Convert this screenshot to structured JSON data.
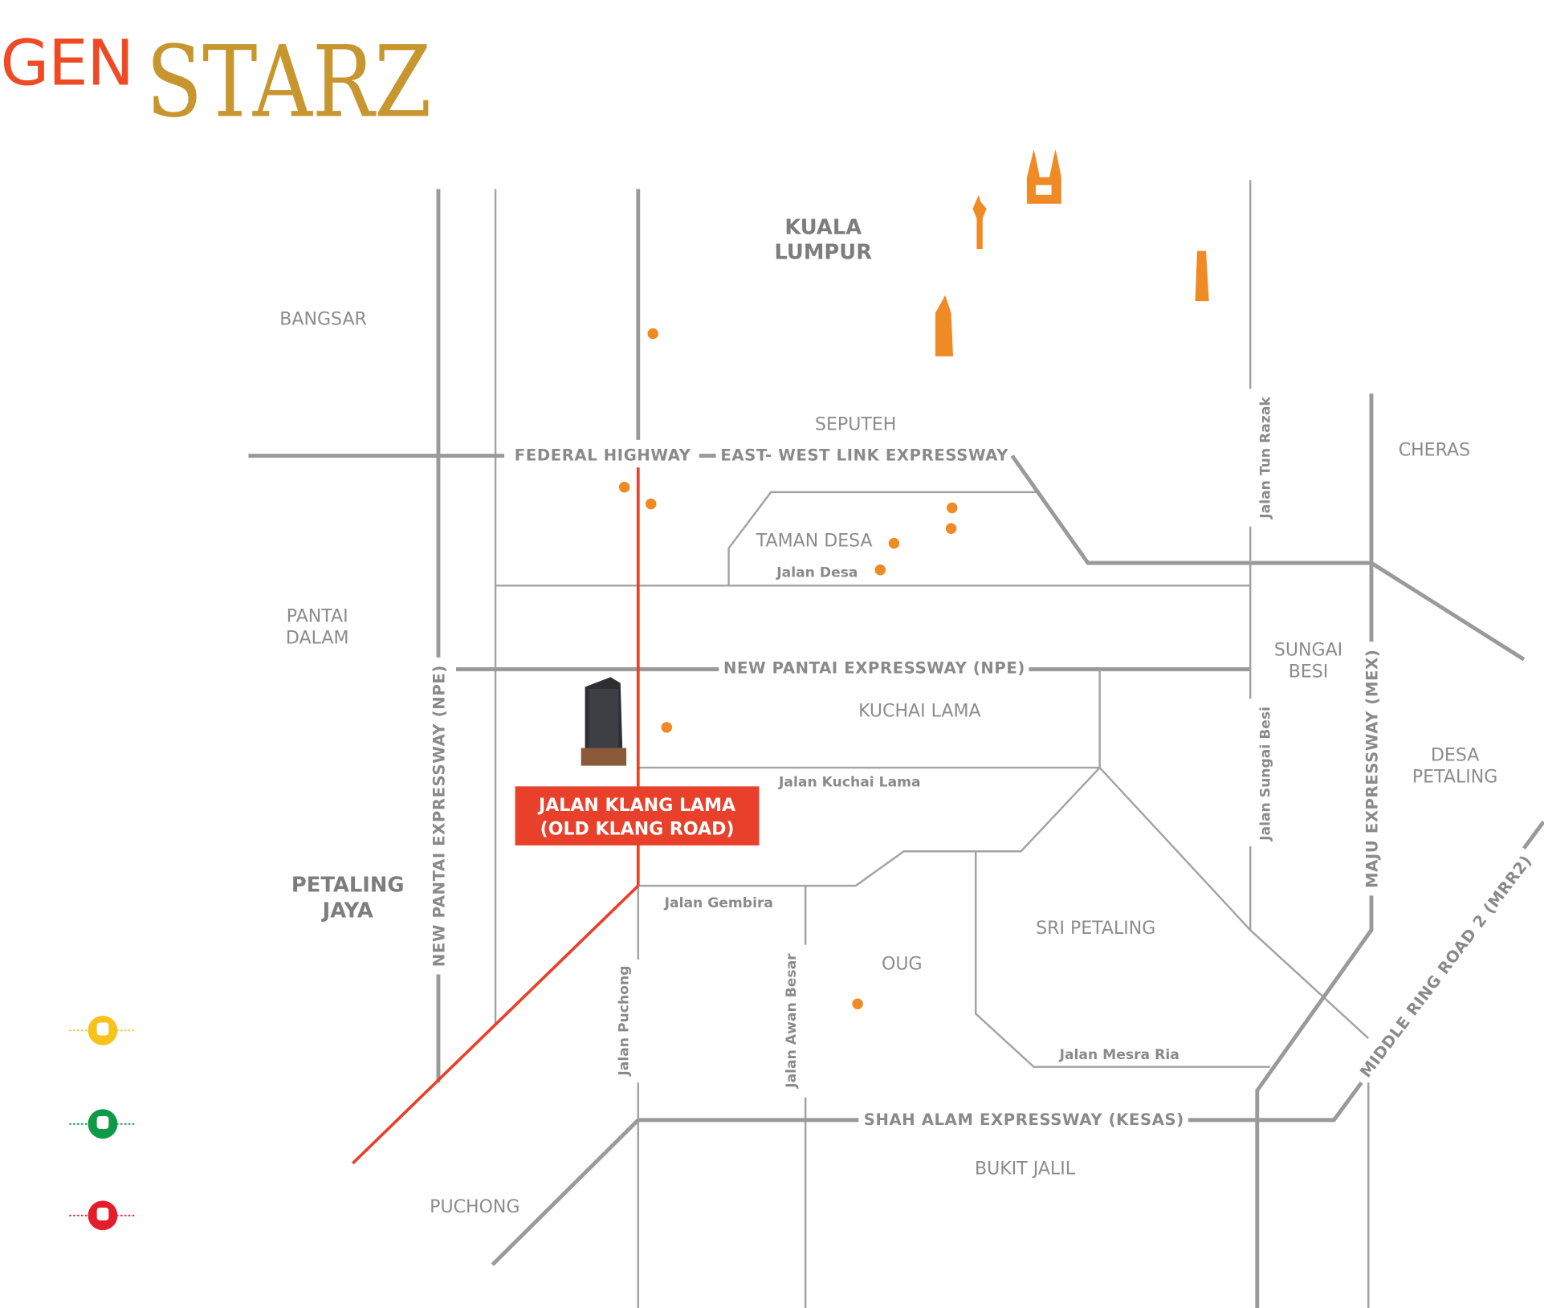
{
  "logo": {
    "text_gen": "GEN",
    "text_starz": "STARZ"
  },
  "colors": {
    "accent_red": "#e8402a",
    "orange": "#f08a24",
    "gold": "#c8a95a",
    "road_gray": "#9a9a9a"
  },
  "areas": {
    "kuala_lumpur_1": "KUALA",
    "kuala_lumpur_2": "LUMPUR",
    "bangsar": "BANGSAR",
    "seputeh": "SEPUTEH",
    "cheras": "CHERAS",
    "taman_desa": "TAMAN DESA",
    "pantai_dalam_1": "PANTAI",
    "pantai_dalam_2": "DALAM",
    "sungai_besi_1": "SUNGAI",
    "sungai_besi_2": "BESI",
    "kuchai_lama": "KUCHAI LAMA",
    "desa_petaling_1": "DESA",
    "desa_petaling_2": "PETALING",
    "petaling_jaya_1": "PETALING",
    "petaling_jaya_2": "JAYA",
    "sri_petaling": "SRI PETALING",
    "oug": "OUG",
    "bukit_jalil": "BUKIT JALIL",
    "puchong": "PUCHONG"
  },
  "roads": {
    "federal_highway": "FEDERAL HIGHWAY",
    "east_west_link": "EAST- WEST LINK EXPRESSWAY",
    "npe_horizontal": "NEW PANTAI EXPRESSWAY (NPE)",
    "npe_vertical": "NEW PANTAI EXPRESSWAY  (NPE)",
    "mex": "MAJU EXPRESSWAY (MEX)",
    "mrr2": "MIDDLE RING ROAD 2 (MRR2)",
    "kesas": "SHAH ALAM EXPRESSWAY (KESAS)",
    "jalan_desa": "Jalan Desa",
    "jalan_kuchai_lama": "Jalan Kuchai Lama",
    "jalan_gembira": "Jalan Gembira",
    "jalan_puchong": "Jalan Puchong",
    "jalan_awan_besar": "Jalan Awan Besar",
    "jalan_mesra_ria": "Jalan Mesra Ria",
    "jalan_tun_razak": "Jalan Tun Razak",
    "jalan_sungai_besi": "Jalan Sungai Besi"
  },
  "highlight": {
    "line1": "JALAN KLANG LAMA",
    "line2": "(OLD KLANG ROAD)"
  },
  "legend": [
    {
      "icon": "train-icon",
      "color": "#f7c21c"
    },
    {
      "icon": "train-icon",
      "color": "#0f9a48"
    },
    {
      "icon": "train-icon",
      "color": "#e31e2a"
    }
  ]
}
